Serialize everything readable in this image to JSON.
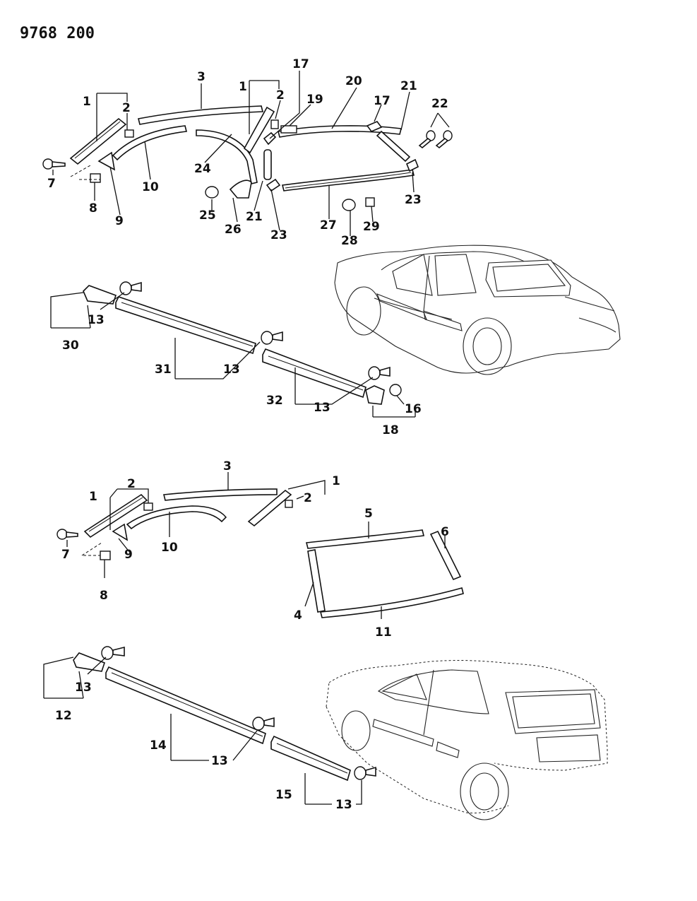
{
  "page_number": "9768 200",
  "callouts_upper": [
    "1",
    "2",
    "3",
    "1",
    "2",
    "17",
    "20",
    "17",
    "21",
    "22",
    "19",
    "7",
    "8",
    "9",
    "10",
    "24",
    "25",
    "26",
    "21",
    "23",
    "27",
    "28",
    "29",
    "23"
  ],
  "callouts_mid": [
    "13",
    "30",
    "31",
    "13",
    "32",
    "13",
    "16",
    "18"
  ],
  "callouts_lower": [
    "3",
    "1",
    "2",
    "1",
    "2",
    "7",
    "8",
    "9",
    "10",
    "5",
    "6",
    "4",
    "11"
  ],
  "callouts_bottom": [
    "13",
    "12",
    "14",
    "13",
    "15",
    "13"
  ]
}
